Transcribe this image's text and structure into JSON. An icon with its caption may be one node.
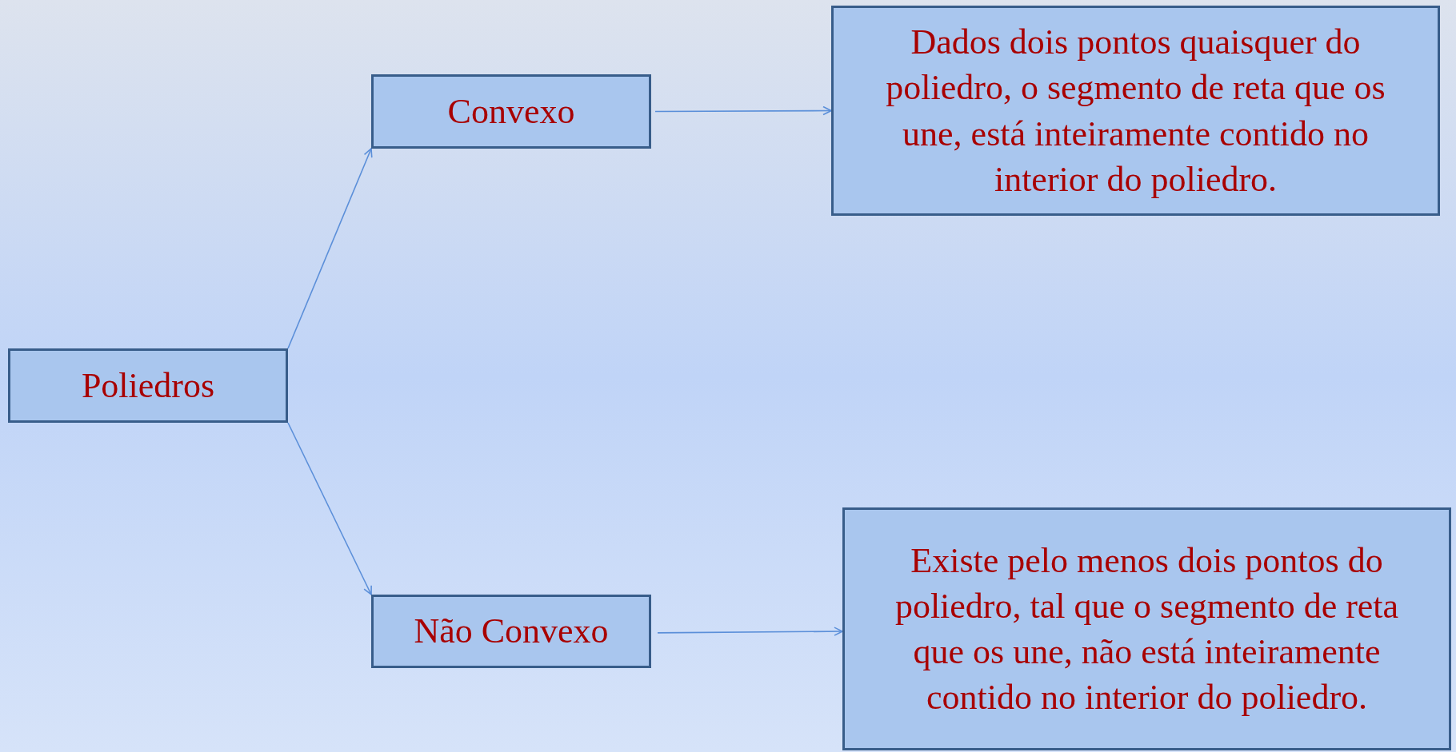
{
  "diagram": {
    "nodes": [
      {
        "text": [
          "Poliedros"
        ]
      },
      {
        "text": [
          "Convexo"
        ]
      },
      {
        "text": [
          "Não Convexo"
        ]
      },
      {
        "text": [
          "Dados dois pontos quaisquer do poliedro, o segmento de reta que os une, está inteiramente contido no interior do poliedro."
        ]
      },
      {
        "text": [
          "Existe pelo menos dois pontos do poliedro, tal que o segmento de reta que os une, não está inteiramente contido no interior do poliedro."
        ]
      }
    ],
    "edges": [
      {
        "from": 0,
        "to": 1,
        "arrow": "to"
      },
      {
        "from": 0,
        "to": 2,
        "arrow": "to"
      },
      {
        "from": 1,
        "to": 3,
        "arrow": "to"
      },
      {
        "from": 2,
        "to": 4,
        "arrow": "to"
      }
    ]
  }
}
